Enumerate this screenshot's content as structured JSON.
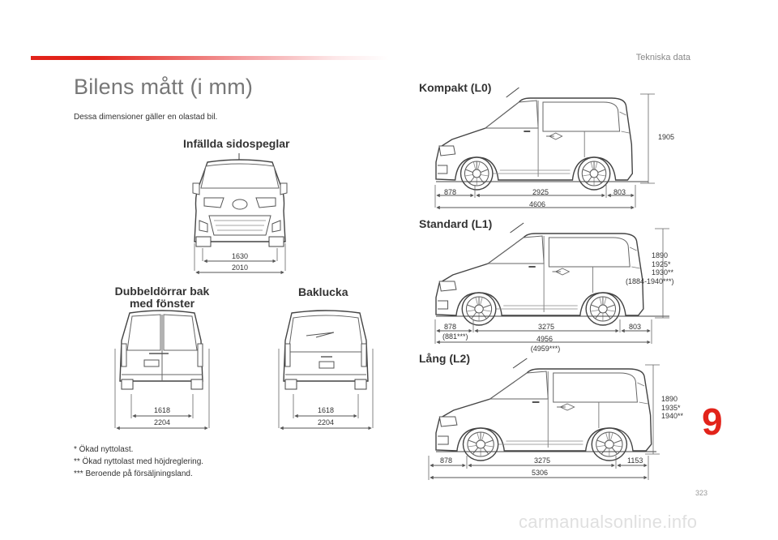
{
  "header": {
    "section": "Tekniska data"
  },
  "page": {
    "title": "Bilens mått (i mm)",
    "subtitle": "Dessa dimensioner gäller en olastad bil.",
    "chapter": "9",
    "number": "323"
  },
  "front": {
    "heading": "Infällda sidospeglar",
    "width_inner": "1630",
    "width_outer": "2010"
  },
  "rear_doors": {
    "heading_line1": "Dubbeldörrar bak",
    "heading_line2": "med fönster",
    "width_inner": "1618",
    "width_outer": "2204"
  },
  "tailgate": {
    "heading": "Baklucka",
    "width_inner": "1618",
    "width_outer": "2204"
  },
  "compact": {
    "heading": "Kompakt (L0)",
    "front_overhang": "878",
    "wheelbase": "2925",
    "rear_overhang": "803",
    "length": "4606",
    "height": "1905"
  },
  "standard": {
    "heading": "Standard (L1)",
    "front_overhang": "878",
    "front_overhang_alt": "(881***)",
    "wheelbase": "3275",
    "rear_overhang": "803",
    "length": "4956",
    "length_alt": "(4959***)",
    "height_1": "1890",
    "height_2": "1925*",
    "height_3": "1930**",
    "height_4": "(1884-1940***)"
  },
  "long": {
    "heading": "Lång (L2)",
    "front_overhang": "878",
    "wheelbase": "3275",
    "rear_overhang": "1153",
    "length": "5306",
    "height_1": "1890",
    "height_2": "1935*",
    "height_3": "1940**"
  },
  "footnotes": {
    "one": "* Ökad nyttolast.",
    "two": "** Ökad nyttolast med höjdreglering.",
    "three": "*** Beroende på försäljningsland."
  },
  "watermark": "carmanualsonline.info"
}
